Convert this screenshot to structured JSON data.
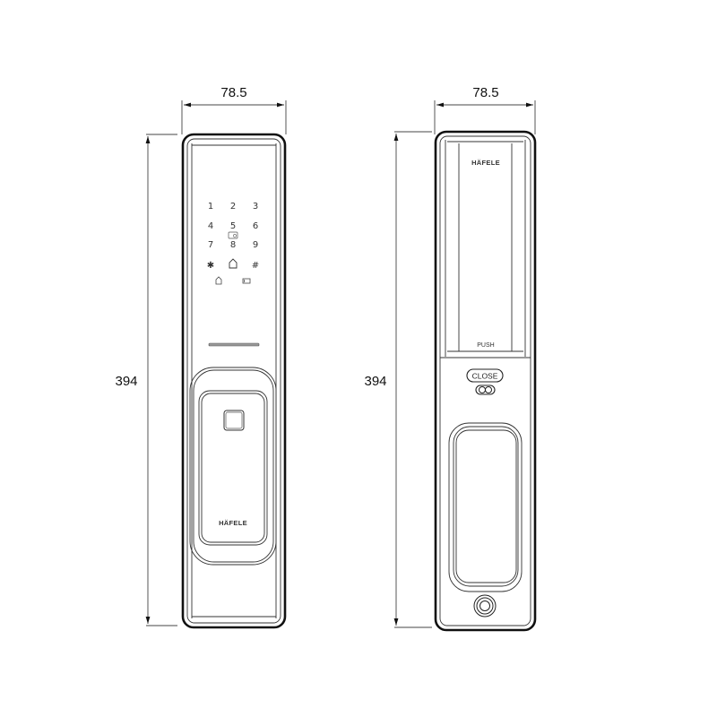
{
  "drawing": {
    "subject": "Digital door lock dimension drawing",
    "units": "mm",
    "front_view": {
      "width_label": "78.5",
      "height_label": "394",
      "keypad": {
        "rows": [
          [
            "1",
            "2",
            "3"
          ],
          [
            "4",
            "5",
            "6"
          ],
          [
            "7",
            "8",
            "9"
          ],
          [
            "✱",
            "⌂",
            "#"
          ]
        ],
        "function_icons": [
          "lock-icon",
          "battery-icon"
        ],
        "card-reader-icon": "card-icon"
      },
      "brand": "HÄFELE"
    },
    "back_view": {
      "width_label": "78.5",
      "height_label": "394",
      "brand": "HÄFELE",
      "push_label": "PUSH",
      "close_label": "CLOSE"
    }
  }
}
